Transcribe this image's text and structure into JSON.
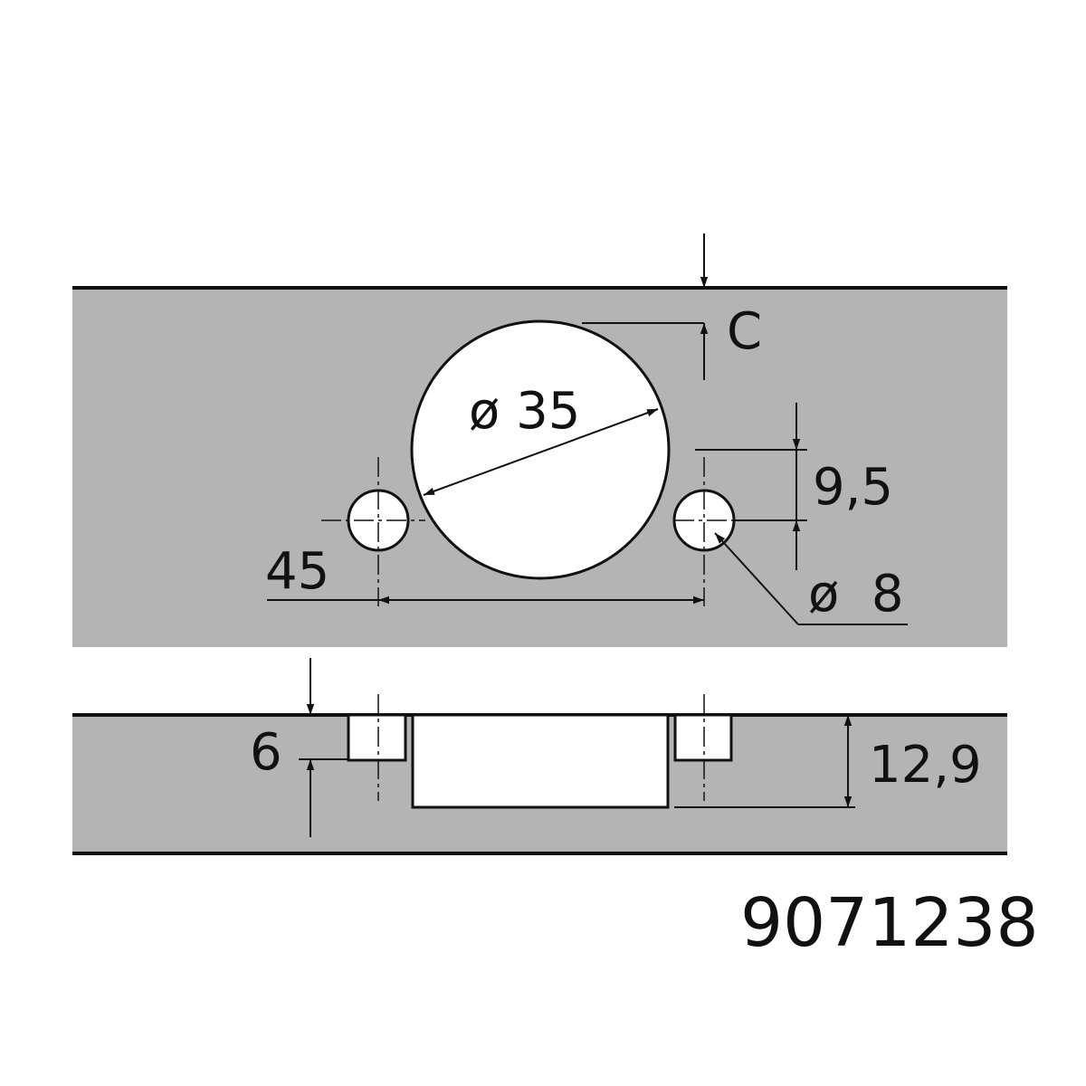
{
  "diagram": {
    "top_view": {
      "cup_diameter_label": "ø 35",
      "edge_distance_label": "C",
      "hole_offset_label": "9,5",
      "screw_hole_diameter_label": "ø  8",
      "hole_spacing_label": "45"
    },
    "side_view": {
      "hole_depth_label": "6",
      "cup_depth_label": "12,9"
    },
    "part_number": "9071238",
    "colors": {
      "panel": "#b4b4b4",
      "line": "#111111",
      "hole": "#ffffff"
    }
  }
}
